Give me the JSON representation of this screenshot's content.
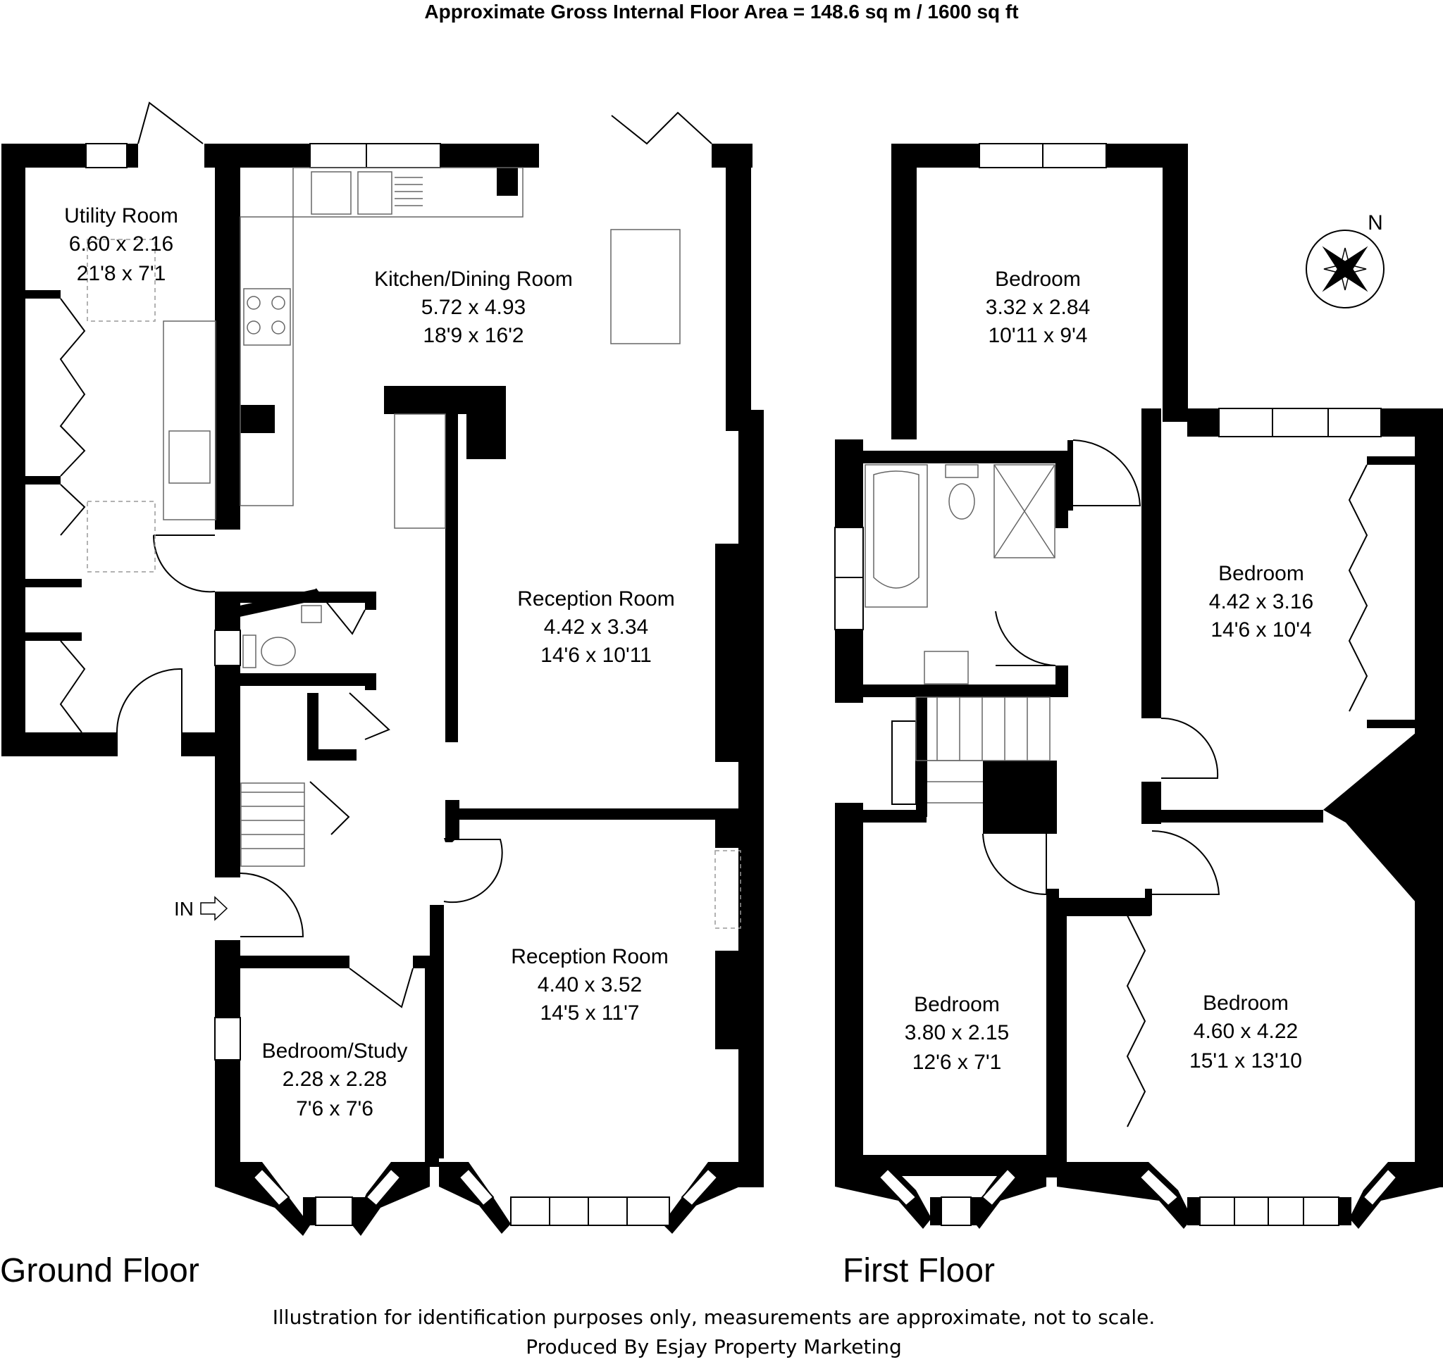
{
  "header": {
    "area_text": "Approximate Gross Internal Floor Area = 148.6 sq m / 1600 sq ft"
  },
  "floors": {
    "ground": "Ground Floor",
    "first": "First Floor"
  },
  "compass": {
    "north_label": "N"
  },
  "entrance": {
    "label": "IN"
  },
  "rooms": {
    "utility": {
      "name": "Utility Room",
      "metric": "6.60 x 2.16",
      "imperial": "21'8 x 7'1"
    },
    "kitchen": {
      "name": "Kitchen/Dining Room",
      "metric": "5.72 x 4.93",
      "imperial": "18'9 x 16'2"
    },
    "reception1": {
      "name": "Reception Room",
      "metric": "4.42 x 3.34",
      "imperial": "14'6 x 10'11"
    },
    "reception2": {
      "name": "Reception Room",
      "metric": "4.40 x 3.52",
      "imperial": "14'5 x 11'7"
    },
    "study": {
      "name": "Bedroom/Study",
      "metric": "2.28 x 2.28",
      "imperial": "7'6 x 7'6"
    },
    "bed1": {
      "name": "Bedroom",
      "metric": "3.32 x 2.84",
      "imperial": "10'11 x 9'4"
    },
    "bed2": {
      "name": "Bedroom",
      "metric": "4.42 x 3.16",
      "imperial": "14'6 x 10'4"
    },
    "bed3": {
      "name": "Bedroom",
      "metric": "3.80 x 2.15",
      "imperial": "12'6 x 7'1"
    },
    "bed4": {
      "name": "Bedroom",
      "metric": "4.60 x 4.22",
      "imperial": "15'1 x 13'10"
    }
  },
  "footer": {
    "line1": "Illustration for identification purposes only, measurements are approximate, not to scale.",
    "line2": "Produced By Esjay Property Marketing"
  }
}
